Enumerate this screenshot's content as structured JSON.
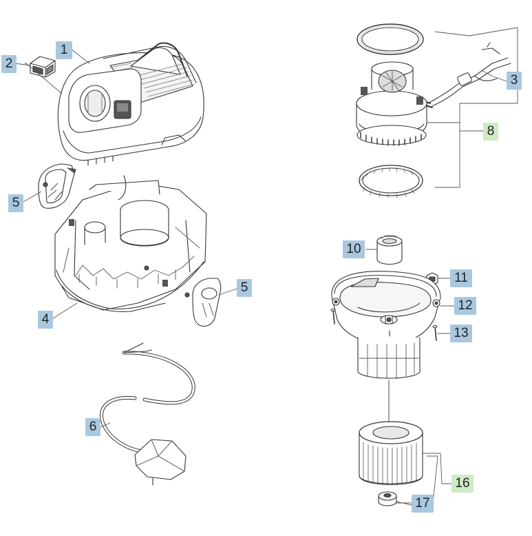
{
  "diagram": {
    "callouts": [
      {
        "id": "1",
        "text": "1",
        "kind": "blue"
      },
      {
        "id": "2",
        "text": "2",
        "kind": "blue"
      },
      {
        "id": "3",
        "text": "3",
        "kind": "blue"
      },
      {
        "id": "4",
        "text": "4",
        "kind": "blue"
      },
      {
        "id": "5a",
        "text": "5",
        "kind": "blue"
      },
      {
        "id": "5b",
        "text": "5",
        "kind": "blue"
      },
      {
        "id": "6",
        "text": "6",
        "kind": "blue"
      },
      {
        "id": "8",
        "text": "8",
        "kind": "green"
      },
      {
        "id": "10",
        "text": "10",
        "kind": "blue"
      },
      {
        "id": "11",
        "text": "11",
        "kind": "blue"
      },
      {
        "id": "12",
        "text": "12",
        "kind": "blue"
      },
      {
        "id": "13",
        "text": "13",
        "kind": "blue"
      },
      {
        "id": "16",
        "text": "16",
        "kind": "green"
      },
      {
        "id": "17",
        "text": "17",
        "kind": "blue"
      }
    ],
    "colors": {
      "line": "#333333",
      "callout_blue": "#a9c8e0",
      "callout_green": "#cdebc4",
      "part_fill": "#ffffff",
      "part_shade": "#d9d9d9",
      "part_dark": "#555555"
    }
  }
}
